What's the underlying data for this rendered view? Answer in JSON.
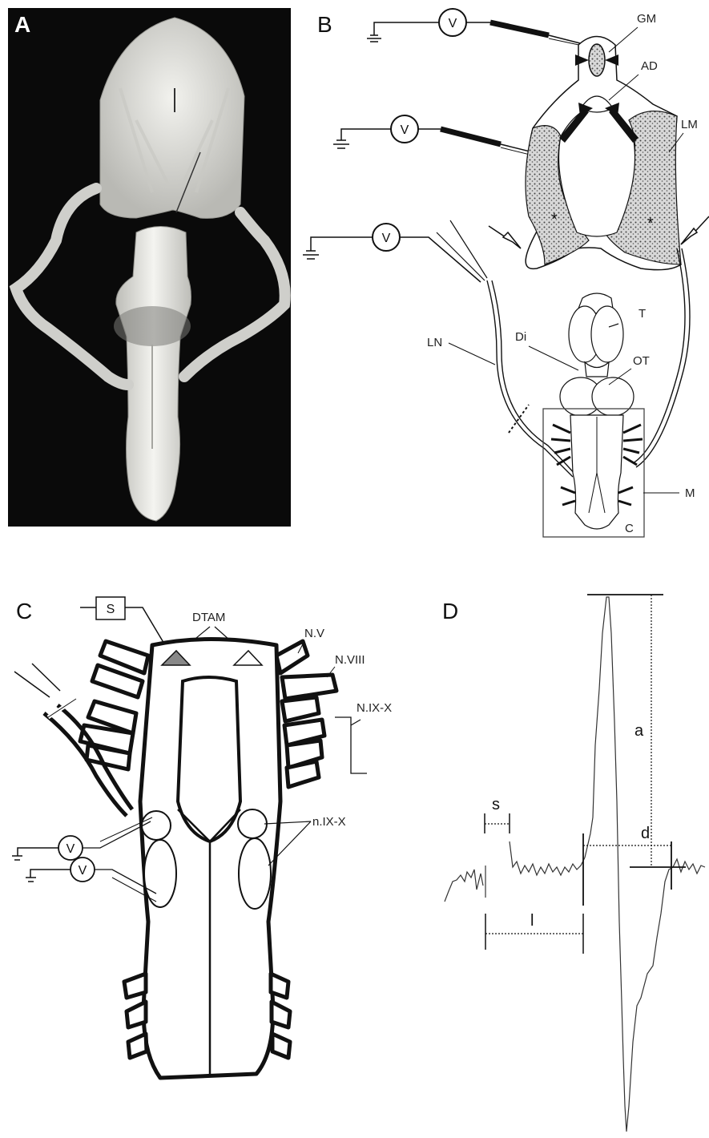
{
  "panels": {
    "a": {
      "letter": "A"
    },
    "b": {
      "letter": "B",
      "labels": {
        "gm": "GM",
        "ad": "AD",
        "lm": "LM",
        "t": "T",
        "di": "Di",
        "ot": "OT",
        "ln": "LN",
        "m": "M",
        "c": "C"
      },
      "voltmeter_symbol": "V",
      "asterisk": "*"
    },
    "c": {
      "letter": "C",
      "labels": {
        "s": "S",
        "dtam": "DTAM",
        "nv": "N.V",
        "nviii": "N.VIII",
        "nixx": "N.IX-X",
        "nucleus": "n.IX-X"
      },
      "voltmeter_symbol": "V"
    },
    "d": {
      "letter": "D",
      "labels": {
        "a": "a",
        "d": "d",
        "s": "s",
        "l": "l"
      }
    }
  },
  "colors": {
    "photo_background": "#0a0a0a",
    "tissue": "#e6e6e2",
    "stipple": "#555555",
    "dtam_filled": "#888888"
  }
}
